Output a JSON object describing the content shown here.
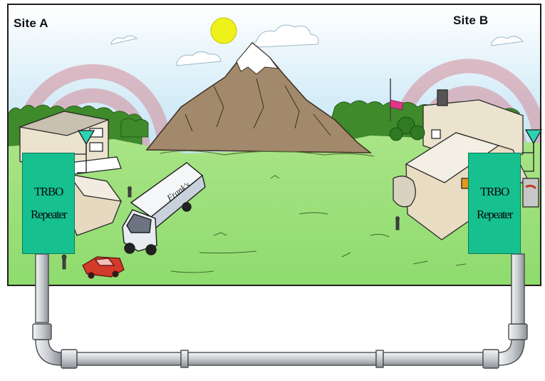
{
  "sites": [
    {
      "label": "Site A"
    },
    {
      "label": "Site B"
    }
  ],
  "repeaters": [
    {
      "line1": "TRBO",
      "line2": "Repeater"
    },
    {
      "line1": "TRBO",
      "line2": "Repeater"
    }
  ],
  "truck": {
    "text": "Frank's"
  },
  "colors": {
    "repeater": "#16c08f",
    "sky": "#a9d6ee",
    "grass": "#9be07a",
    "mountain": "#a2896b",
    "sun": "#eef21a",
    "coverage": "#d48a98",
    "pipe": "#d9dcdf"
  }
}
